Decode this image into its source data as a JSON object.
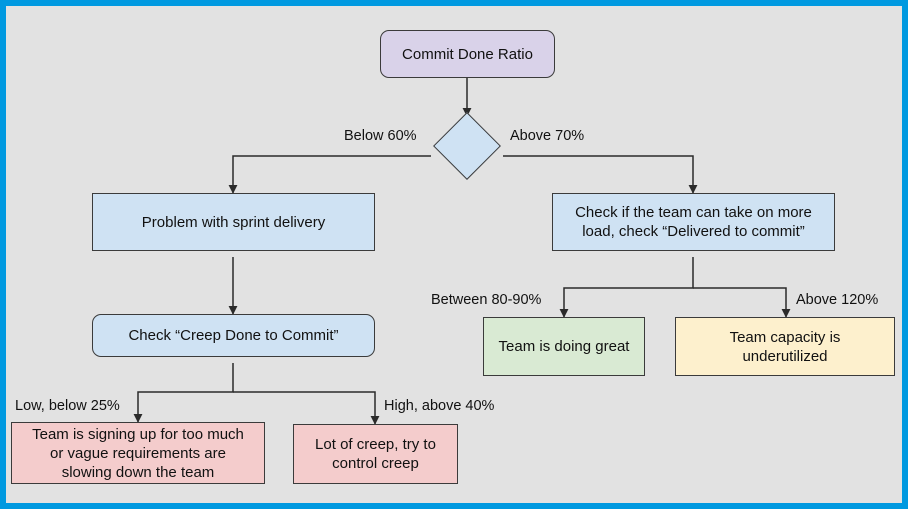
{
  "diagram": {
    "type": "flowchart",
    "title": "Commit Done Ratio decision flow",
    "background_color": "#e2e2e2",
    "frame_color": "#0099e0",
    "nodes": [
      {
        "id": "commit-done-ratio",
        "label": "Commit Done Ratio",
        "shape": "rounded-rectangle",
        "fill": "#d9d2e9"
      },
      {
        "id": "decision",
        "label": "",
        "shape": "diamond",
        "fill": "#cfe2f3"
      },
      {
        "id": "problem-sprint-delivery",
        "label": "Problem with sprint delivery",
        "shape": "rectangle",
        "fill": "#cfe2f3"
      },
      {
        "id": "check-team-capacity",
        "label": "Check if the team can take on more\nload, check “Delivered to commit”",
        "shape": "rectangle",
        "fill": "#cfe2f3"
      },
      {
        "id": "check-creep-done-to-commit",
        "label": "Check “Creep Done to Commit”",
        "shape": "rounded-rectangle",
        "fill": "#cfe2f3"
      },
      {
        "id": "team-doing-great",
        "label": "Team is doing great",
        "shape": "rectangle",
        "fill": "#d9ead3"
      },
      {
        "id": "team-capacity-underutilized",
        "label": "Team capacity is\nunderutilized",
        "shape": "rectangle",
        "fill": "#fdf0cd"
      },
      {
        "id": "signing-up-too-much",
        "label": "Team is signing up for too much\nor vague requirements are\nslowing down the team",
        "shape": "rectangle",
        "fill": "#f4cccc"
      },
      {
        "id": "lot-of-creep",
        "label": "Lot of creep, try to\ncontrol creep",
        "shape": "rectangle",
        "fill": "#f4cccc"
      }
    ],
    "edge_labels": [
      {
        "id": "below-60",
        "text": "Below 60%",
        "from": "decision",
        "to": "problem-sprint-delivery"
      },
      {
        "id": "above-70",
        "text": "Above 70%",
        "from": "decision",
        "to": "check-team-capacity"
      },
      {
        "id": "between-80-90",
        "text": "Between 80-90%",
        "from": "check-team-capacity",
        "to": "team-doing-great"
      },
      {
        "id": "above-120",
        "text": "Above 120%",
        "from": "check-team-capacity",
        "to": "team-capacity-underutilized"
      },
      {
        "id": "low-below-25",
        "text": "Low, below 25%",
        "from": "check-creep-done-to-commit",
        "to": "signing-up-too-much"
      },
      {
        "id": "high-above-40",
        "text": "High, above 40%",
        "from": "check-creep-done-to-commit",
        "to": "lot-of-creep"
      }
    ]
  }
}
